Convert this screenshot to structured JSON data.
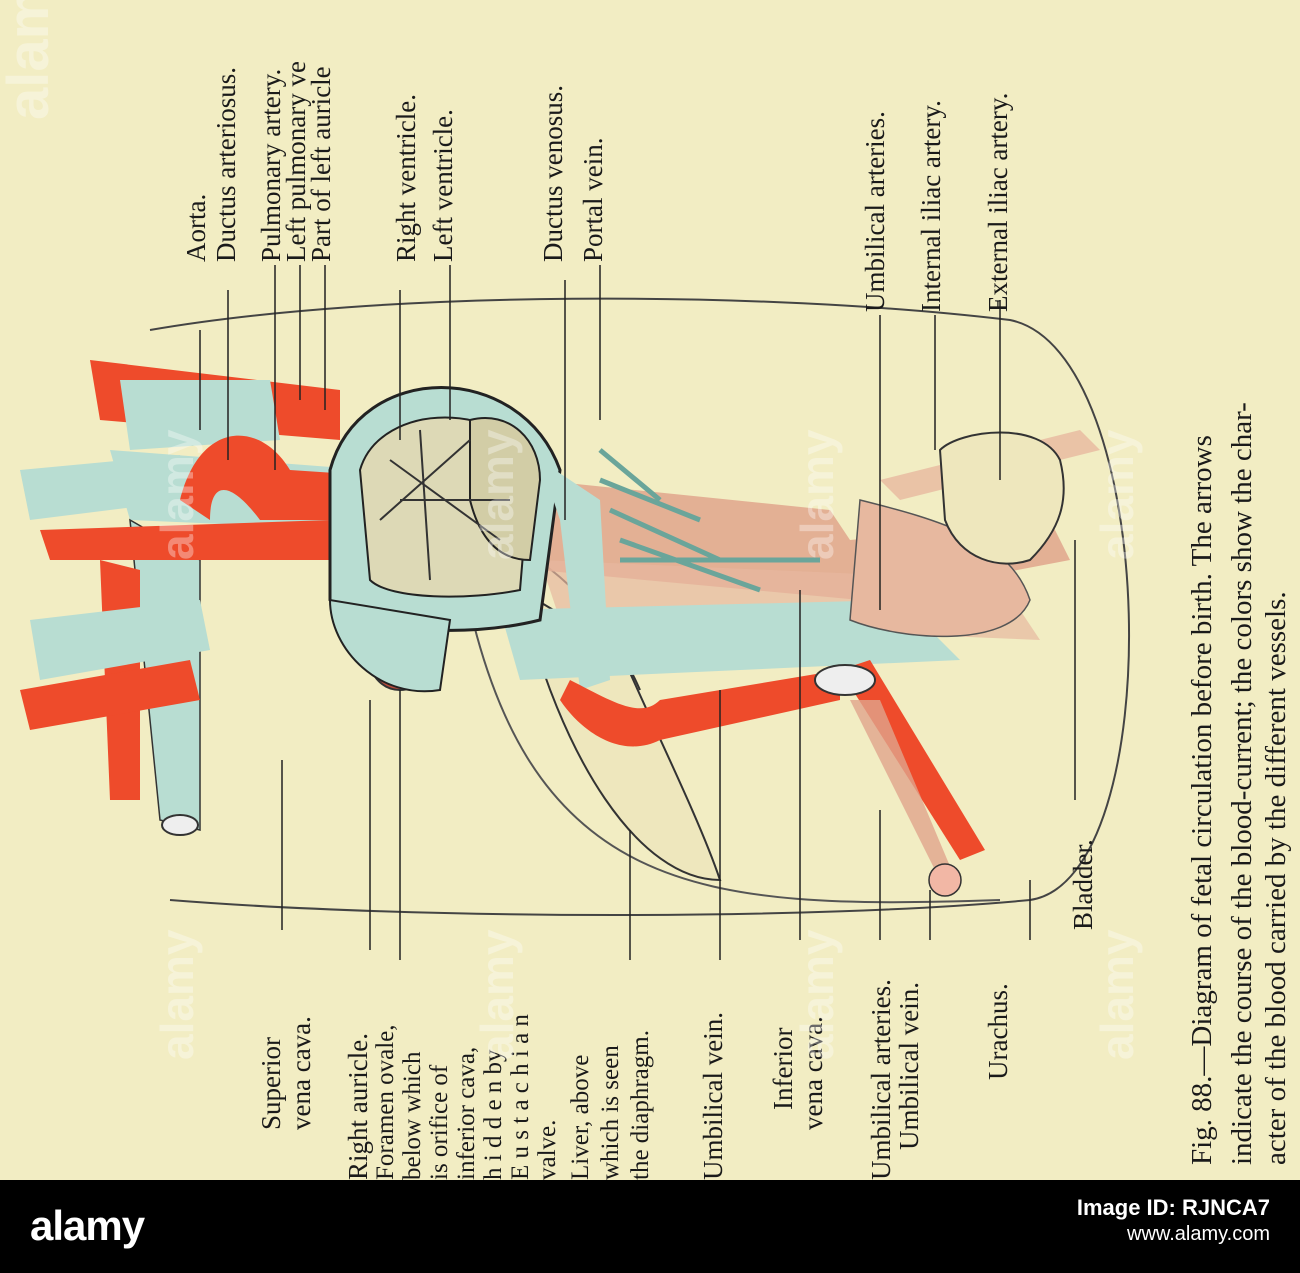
{
  "labels": {
    "aorta": "Aorta.",
    "ductus_arteriosus": "Ductus arteriosus.",
    "pulmonary_artery": "Pulmonary artery.",
    "left_pulmonary_vein": "Left pulmonary ve",
    "part_left_auricle": "Part of left auricle",
    "right_ventricle": "Right ventricle.",
    "left_ventricle": "Left ventricle.",
    "ductus_venosus": "Ductus venosus.",
    "portal_vein": "Portal vein.",
    "umbilical_arteries_right": "Umbilical arteries.",
    "internal_iliac_artery": "Internal iliac artery.",
    "external_iliac_artery": "External iliac artery.",
    "superior_vena_cava_1": "Superior",
    "superior_vena_cava_2": "vena cava.",
    "right_auricle": "Right auricle.",
    "foramen_1": "Foramen ovale,",
    "foramen_2": "below which",
    "foramen_3": "is orifice of",
    "foramen_4": "inferior cava,",
    "foramen_5": "h i d d e n  by",
    "foramen_6": "E u s t a c h i a n",
    "foramen_7": "valve.",
    "liver_1": "Liver, above",
    "liver_2": "which is seen",
    "liver_3": "the diaphragm.",
    "umbilical_vein_left": "Umbilical vein.",
    "inferior_vena_cava_1": "Inferior",
    "inferior_vena_cava_2": "vena cava.",
    "umbilical_arteries_left": "Umbilical arteries.",
    "umbilical_vein_2": "Umbilical vein.",
    "urachus": "Urachus.",
    "bladder": "Bladder."
  },
  "caption": {
    "line1": "Fig. 88.—Diagram of fetal circulation before birth.  The arrows",
    "line2": "indicate the course of the blood-current; the colors show the char-",
    "line3": "acter of the blood carried by the different vessels."
  },
  "watermark": {
    "text": "alamy"
  },
  "footer": {
    "logo": "alamy",
    "image_id_label": "Image ID: RJNCA7",
    "site": "www.alamy.com"
  },
  "colors": {
    "paper": "#f2edc3",
    "arterial": "#ee4b2b",
    "venous": "#b8ddd2",
    "mixed": "#e0a48c",
    "ink": "#1a1a1a"
  }
}
